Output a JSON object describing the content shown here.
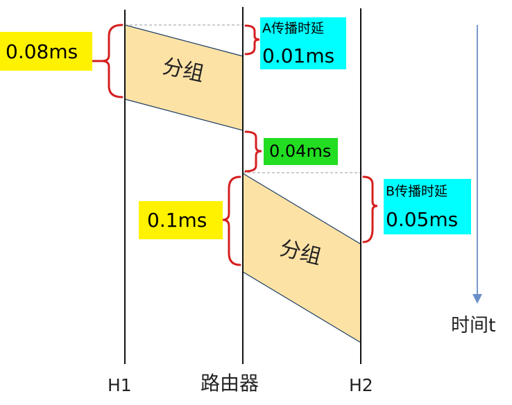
{
  "nodes": {
    "h1": "H1",
    "router": "路由器",
    "h2": "H2"
  },
  "time_axis_label": "时间t",
  "packets": {
    "upper": "分组",
    "lower": "分组"
  },
  "annotations": {
    "h1_transmission_delay": "0.08ms",
    "router_wait": "0.04ms",
    "router_transmission_delay": "0.1ms",
    "a_prop_title": "A传播时延",
    "a_prop_value": "0.01ms",
    "b_prop_title": "B传播时延",
    "b_prop_value": "0.05ms"
  },
  "colors": {
    "packet_fill": "#fde2a6",
    "line": "#111111",
    "brace": "#d51f1f",
    "axis_arrow": "#6a8fc8",
    "yellow_box": "#fff200",
    "cyan_box": "#00ffff",
    "green_box": "#22dd22"
  }
}
